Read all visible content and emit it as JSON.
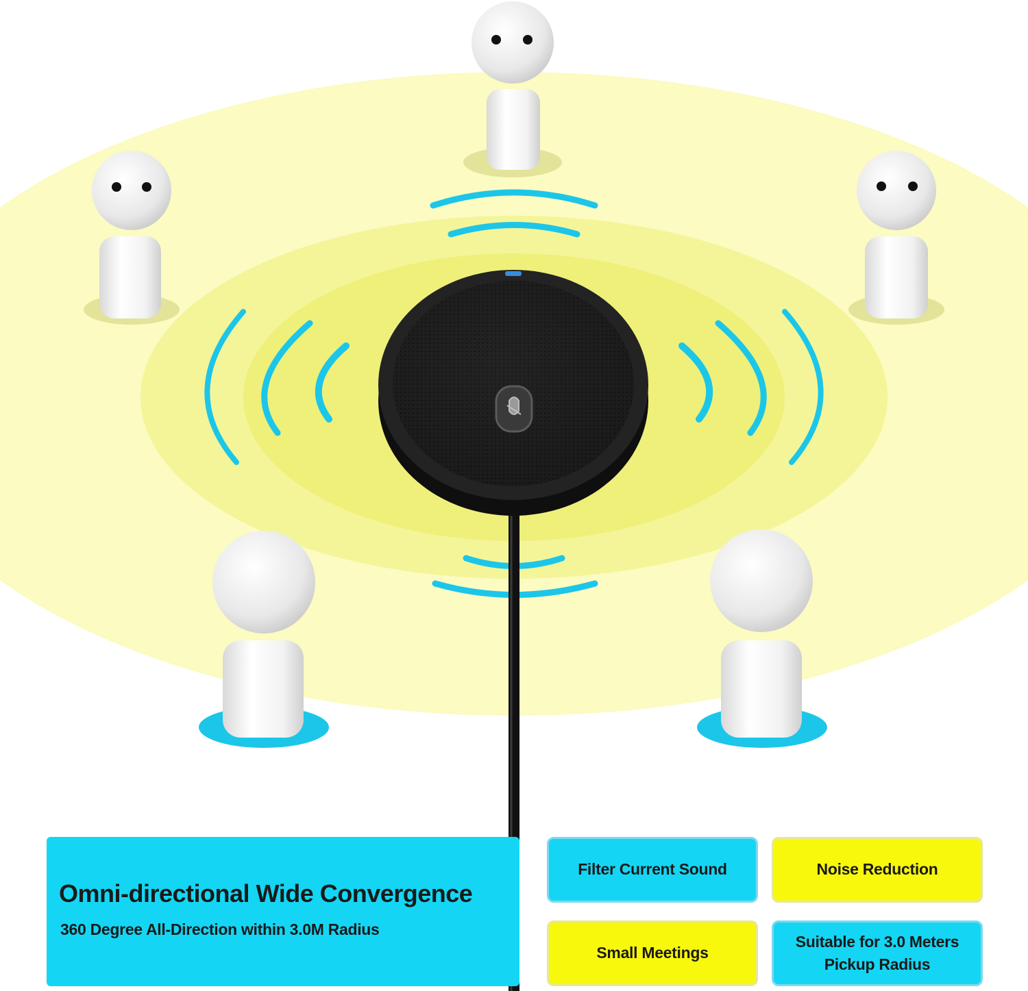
{
  "banner": {
    "title": "Omni-directional Wide Convergence",
    "subtitle": "360 Degree All-Direction within 3.0M Radius"
  },
  "features": [
    {
      "label": "Filter Current Sound",
      "color": "#14d6f4"
    },
    {
      "label": "Noise Reduction",
      "color": "#f8f80d"
    },
    {
      "label": "Small Meetings",
      "color": "#f8f80d"
    },
    {
      "label": "Suitable for 3.0 Meters\nPickup Radius",
      "color": "#14d6f4"
    }
  ],
  "colors": {
    "halo_outer": "#fbfbc2",
    "halo_mid": "#f4f598",
    "halo_inner": "#eef07a",
    "sound_wave": "#1cc6e8",
    "microphone": "#1c1c1c"
  }
}
